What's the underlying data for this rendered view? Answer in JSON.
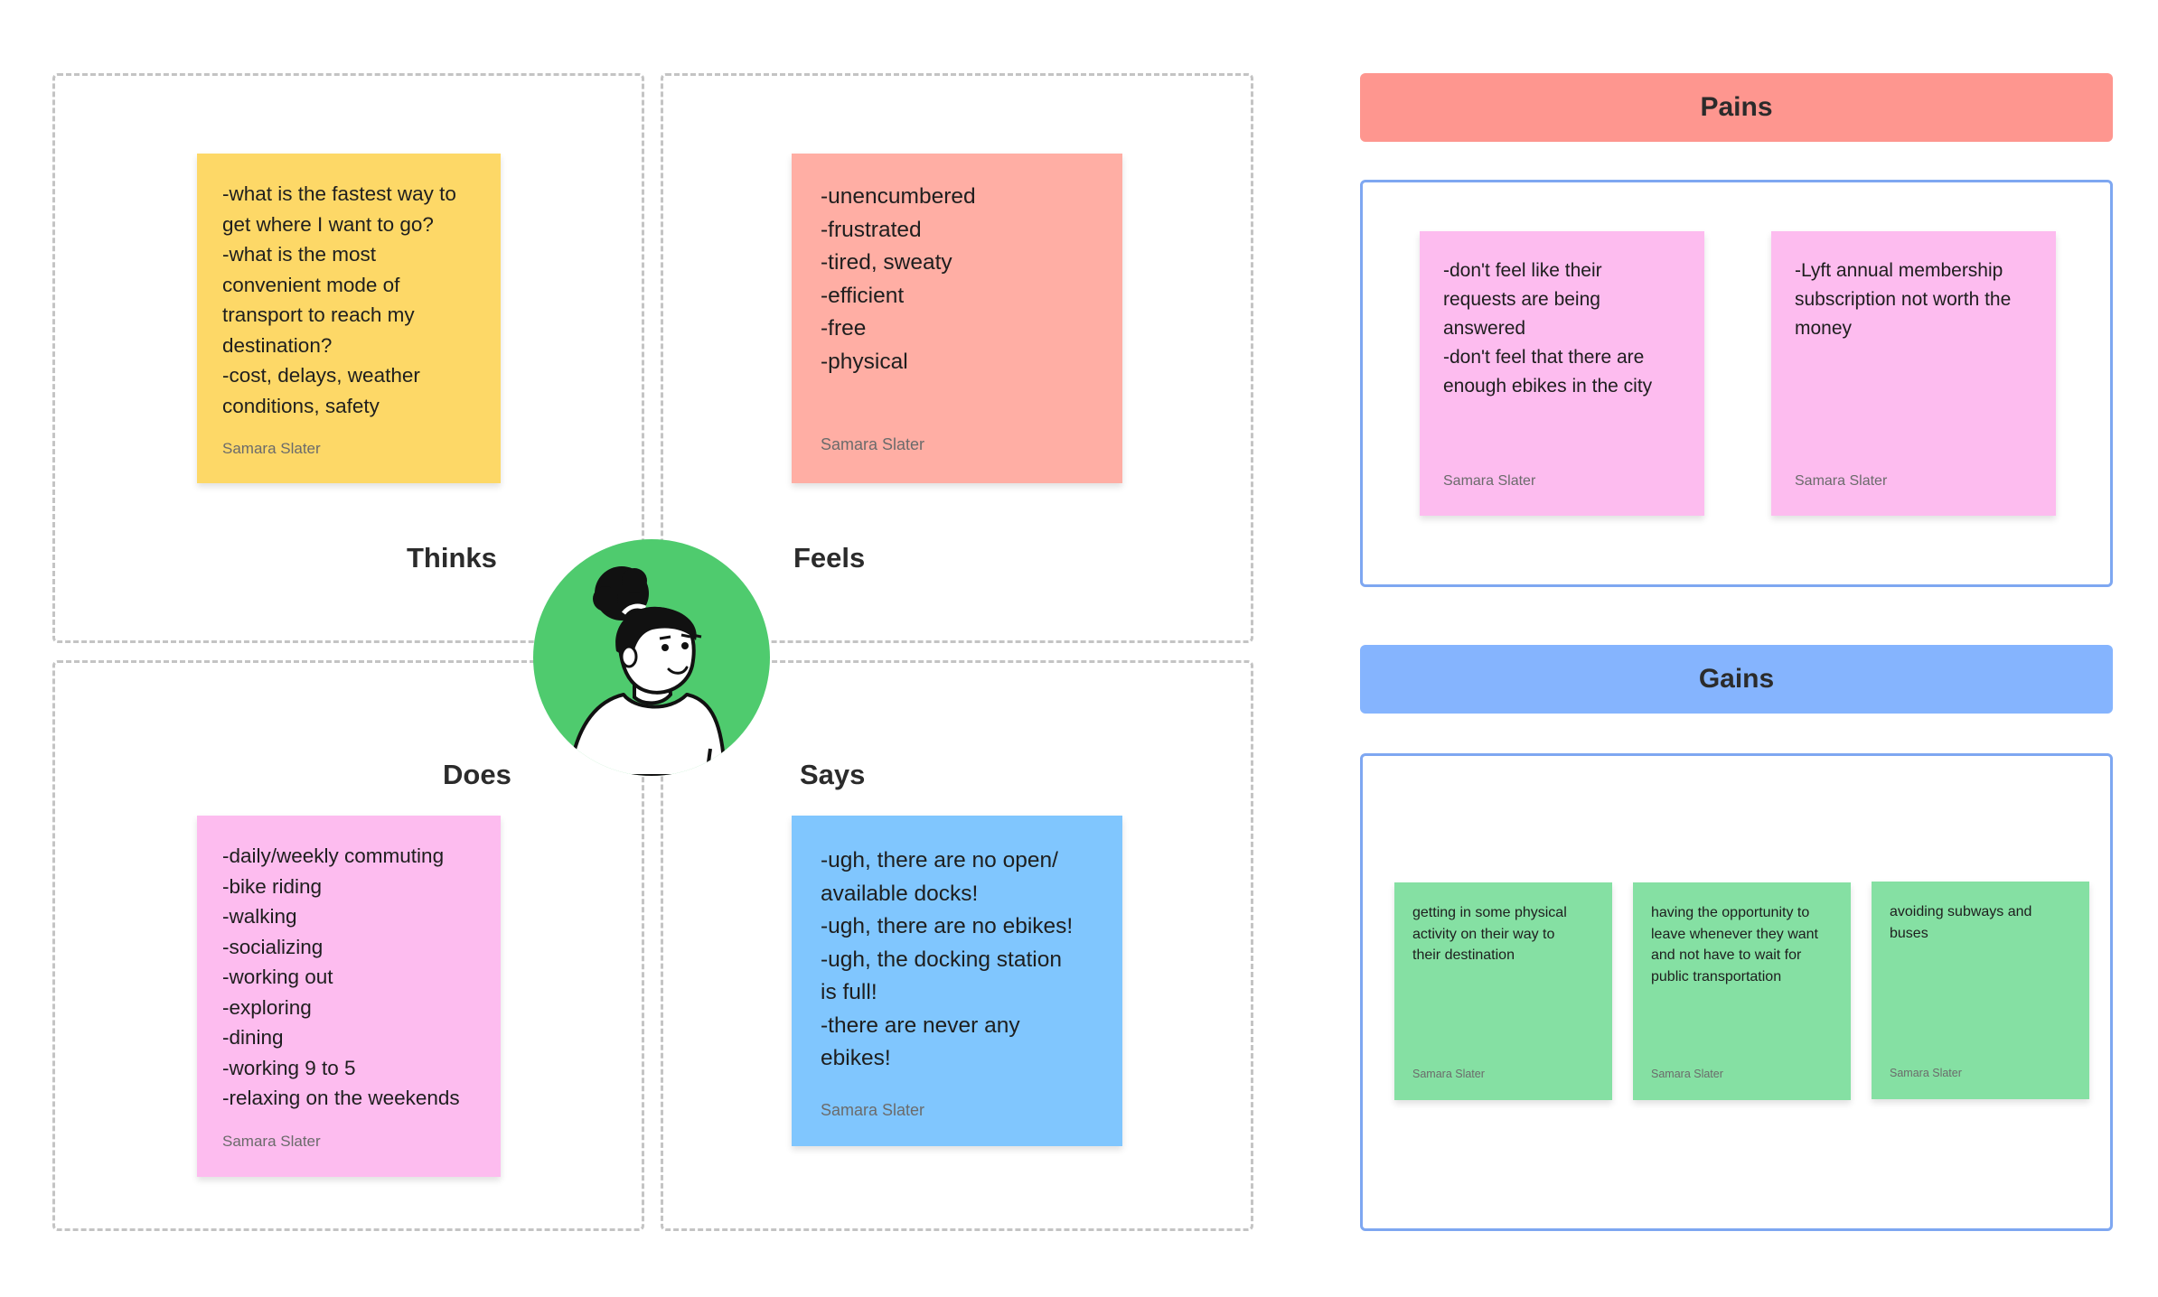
{
  "empathy_map": {
    "thinks": {
      "label": "Thinks",
      "note": "-what is the fastest way to\nget where I want to go?\n-what is the most\nconvenient mode of\ntransport to reach my\ndestination?\n-cost, delays, weather\nconditions, safety",
      "author": "Samara Slater",
      "color": "#fdd867"
    },
    "feels": {
      "label": "Feels",
      "note": "-unencumbered\n-frustrated\n-tired, sweaty\n-efficient\n-free\n-physical",
      "author": "Samara Slater",
      "color": "#ffaea4"
    },
    "does": {
      "label": "Does",
      "note": "-daily/weekly commuting\n-bike riding\n-walking\n-socializing\n-working out\n-exploring\n-dining\n-working 9 to 5\n-relaxing on the weekends",
      "author": "Samara Slater",
      "color": "#fdbcef"
    },
    "says": {
      "label": "Says",
      "note": "-ugh, there are no open/\navailable docks!\n-ugh, there are no ebikes!\n-ugh, the docking station\nis full!\n-there are never any\nebikes!",
      "author": "Samara Slater",
      "color": "#80c6fe"
    },
    "avatar_icon": "person-avatar-icon"
  },
  "pains": {
    "title": "Pains",
    "color": "#fe968f",
    "notes": [
      {
        "text": "-don't feel like their\nrequests are being\nanswered\n-don't feel that there are\nenough ebikes in the city",
        "author": "Samara Slater"
      },
      {
        "text": "-Lyft annual membership\nsubscription not worth the\nmoney",
        "author": "Samara Slater"
      }
    ]
  },
  "gains": {
    "title": "Gains",
    "color": "#85b4fe",
    "notes": [
      {
        "text": "getting in some physical\nactivity on their way to\ntheir destination",
        "author": "Samara Slater"
      },
      {
        "text": "having the opportunity to\nleave whenever they want\nand not have to wait for\npublic transportation",
        "author": "Samara Slater"
      },
      {
        "text": "avoiding subways and\nbuses",
        "author": "Samara Slater"
      }
    ]
  }
}
